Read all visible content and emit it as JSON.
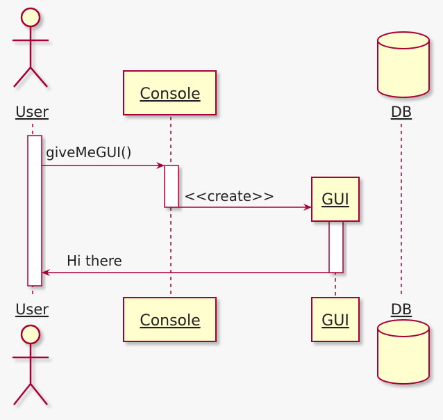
{
  "participants": {
    "user": {
      "name": "User"
    },
    "console": {
      "name": "Console"
    },
    "gui": {
      "name": "GUI"
    },
    "db": {
      "name": "DB"
    }
  },
  "messages": {
    "give_me_gui": "giveMeGUI()",
    "create": "<<create>>",
    "hi_there": "Hi there"
  },
  "colors": {
    "border": "#a80036",
    "fill": "#fefece",
    "lifeline": "#a80036",
    "background": "#f7f7f7"
  }
}
